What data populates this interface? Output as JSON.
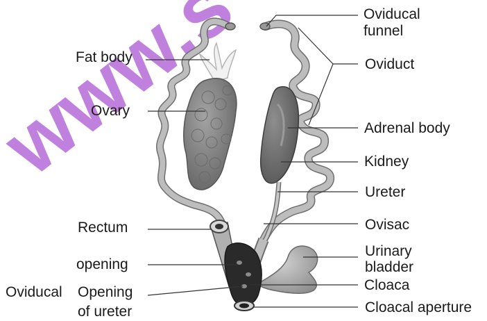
{
  "watermark": {
    "text": "www.s",
    "color": "#b56bd9"
  },
  "labels": {
    "oviducal_funnel_line1": "Oviducal",
    "oviducal_funnel_line2": "funnel",
    "oviduct": "Oviduct",
    "fat_body": "Fat body",
    "ovary": "Ovary",
    "adrenal_body": "Adrenal body",
    "kidney": "Kidney",
    "ureter": "Ureter",
    "rectum": "Rectum",
    "ovisac": "Ovisac",
    "urinary_bladder_line1": "Urinary",
    "urinary_bladder_line2": "bladder",
    "opening": "opening",
    "oviducal": "Oviducal",
    "opening_line1": "Opening",
    "opening_line2": "of ureter",
    "cloaca": "Cloaca",
    "cloacal_aperture": "Cloacal aperture"
  },
  "colors": {
    "organ_fill": "#8a8a8a",
    "tube_fill": "#b5b5b5",
    "tube_edge": "#6e6e6e",
    "cloaca_dark": "#2a2a2a",
    "leader_line": "#333333"
  }
}
